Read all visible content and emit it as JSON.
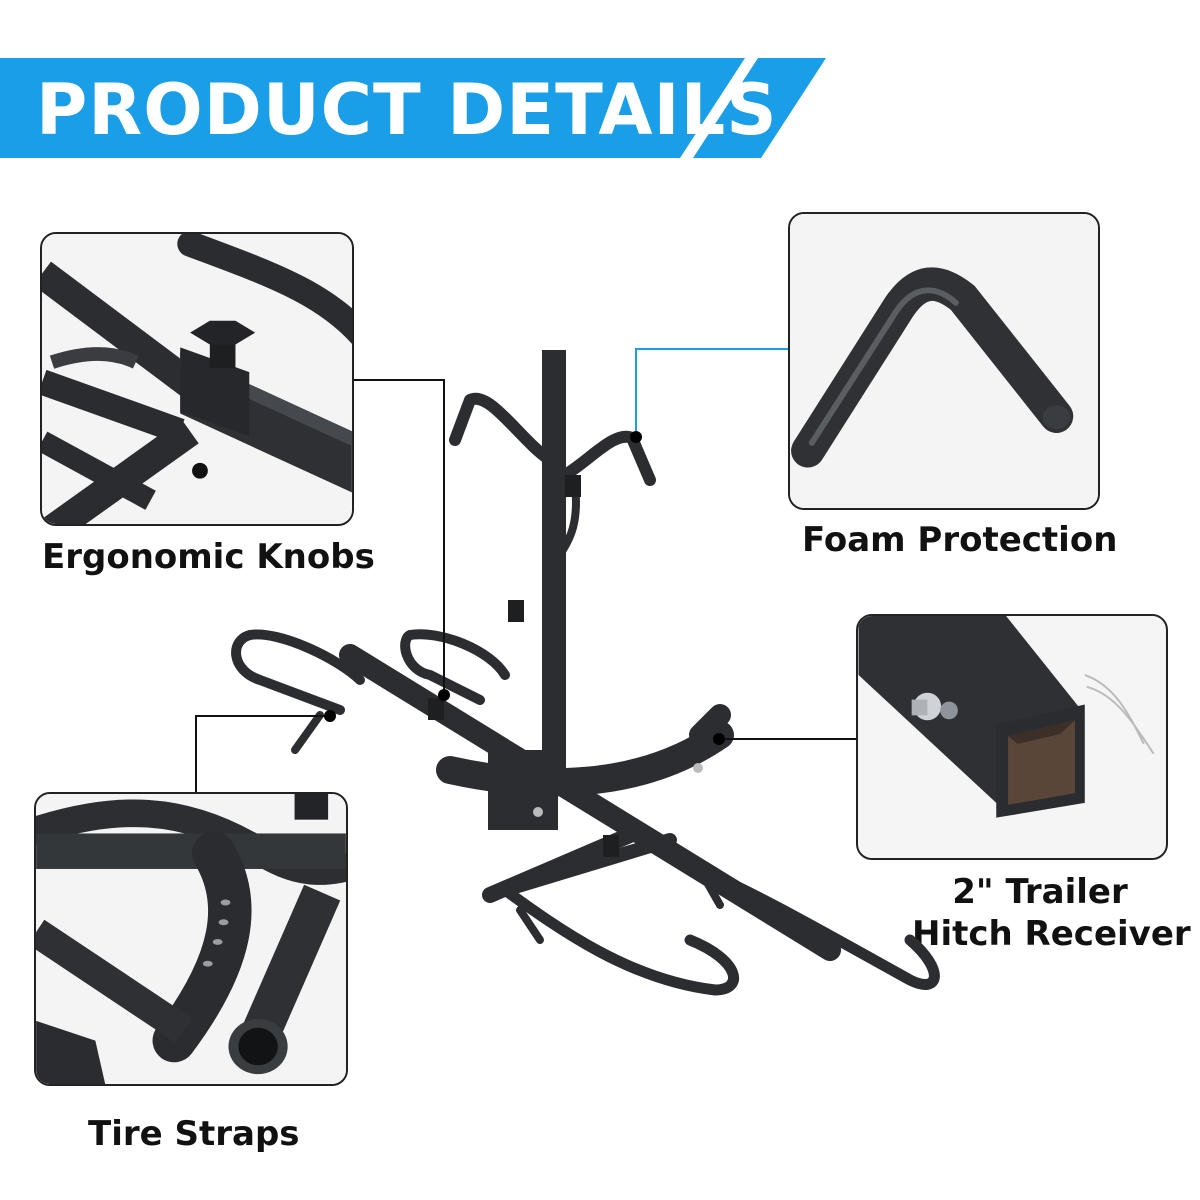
{
  "banner": {
    "title": "PRODUCT DETAILS",
    "color": "#1a9ee8"
  },
  "details": [
    {
      "caption": "Ergonomic Knobs",
      "icon": "ergonomic-knob-closeup"
    },
    {
      "caption": "Foam Protection",
      "icon": "foam-arm-closeup"
    },
    {
      "caption_lines": [
        "2\" Trailer",
        "Hitch Receiver"
      ],
      "icon": "hitch-receiver-closeup"
    },
    {
      "caption": "Tire Straps",
      "icon": "tire-strap-closeup"
    }
  ],
  "product": {
    "icon": "hitch-bike-rack",
    "frame_color": "#2b2d30"
  },
  "leader_colors": {
    "default": "#111111",
    "accent": "#1a9ee8"
  }
}
